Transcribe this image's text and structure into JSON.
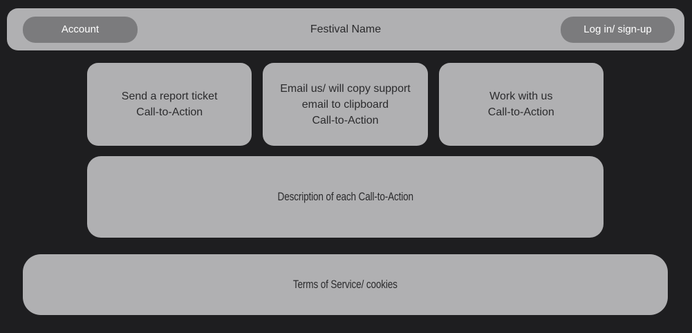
{
  "colors": {
    "background": "#1e1e20",
    "panel": "#b0b0b2",
    "button": "#7b7b7d",
    "text_dark": "#2b2b2d",
    "text_light": "#ffffff"
  },
  "header": {
    "account_button": "Account",
    "title": "Festival Name",
    "login_button": "Log in/ sign-up"
  },
  "cta_cards": [
    {
      "label": "Send a report ticket\nCall-to-Action"
    },
    {
      "label": "Email us/ will copy support\nemail to clipboard\nCall-to-Action"
    },
    {
      "label": "Work with us\nCall-to-Action"
    }
  ],
  "description_panel": {
    "label": "Description of each Call-to-Action"
  },
  "footer": {
    "label": "Terms of Service/ cookies"
  }
}
